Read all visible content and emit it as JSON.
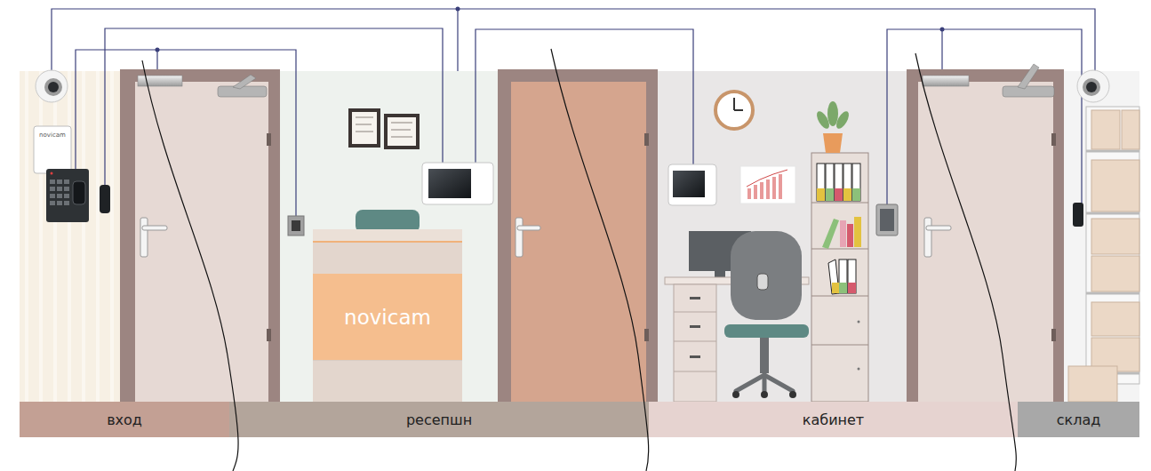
{
  "diagram": {
    "nodes": [
      {
        "text": [
          "novicam"
        ]
      },
      {
        "text": [
          "novicam"
        ]
      },
      {
        "text": [
          "вход"
        ]
      },
      {
        "text": [
          "ресепшн"
        ]
      },
      {
        "text": [
          "кабинет"
        ]
      },
      {
        "text": [
          "склад"
        ]
      }
    ]
  }
}
